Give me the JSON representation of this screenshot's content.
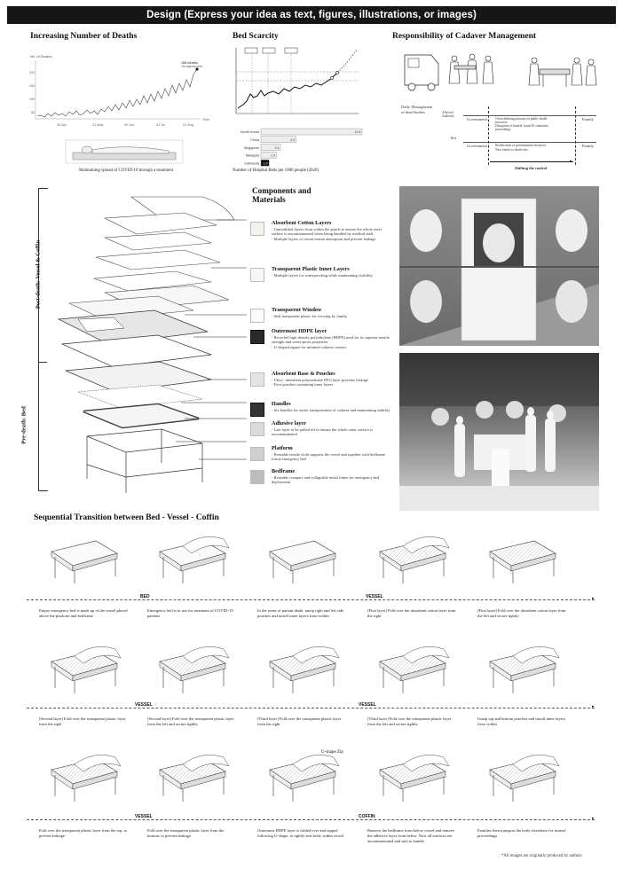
{
  "header": {
    "title": "Design (Express your idea as text, figures, illustrations, or images)"
  },
  "deaths": {
    "title": "Increasing Number of Deaths",
    "y_label": "No. of Deaths",
    "y_ticks": [
      "200",
      "150",
      "100",
      "50"
    ],
    "x_ticks": [
      "30 Apr",
      "31 May",
      "30 Jun",
      "31 Jul",
      "31 Aug"
    ],
    "x_label": "Time",
    "annotation_line1": "158 deaths",
    "annotation_line2": "7th highest ever",
    "caption": "Maintaining spread of COVID-19 through a treatment"
  },
  "bed": {
    "title": "Bed Scarcity",
    "caption": "Number of Hospital Beds per 1000 people (2020)",
    "countries": [
      "South Korea",
      "China",
      "Singapore",
      "Malaysia",
      "Indonesia"
    ],
    "values": [
      12.4,
      4.3,
      2.4,
      1.9,
      1.0
    ],
    "value_labels": [
      "12.4",
      "4.3",
      "2.4",
      "1.9",
      "1.0"
    ]
  },
  "cadaver": {
    "title": "Responsibility of Cadaver Management",
    "side_label": "Daily Management of dead bodies",
    "row1_left": "Affected Authority",
    "row1_mid": "Government",
    "row1_note1": "Overwhelming pressure on public health resources",
    "row1_note2": "Disruption of funeral, burial & cremation proceedings",
    "row1_right": "Family",
    "row2_left": "Bed",
    "row2_mid": "Government",
    "row2_note1": "Reallocation of governmental resources",
    "row2_note2": "Next family to death sites",
    "row2_right": "Family",
    "shift_label": "Shifting the control"
  },
  "side_labels": {
    "post": "Post-death: Vessel & Coffin",
    "pre": "Pre-death: Bed"
  },
  "components": {
    "title_line1": "Components and",
    "title_line2": "Materials",
    "items": [
      {
        "title": "Absorbent Cotton Layers",
        "desc": "- Unmodified layers from within the pouch to ensure the whole outer surface is uncontaminated when being handled by medical staff\n- Multiple layers of cotton ensure absorption and prevent leakage"
      },
      {
        "title": "Transparent Plastic Inner Layers",
        "desc": "- Multiple layers for waterproofing while maintaining visibility"
      },
      {
        "title": "Transparent Window",
        "desc": "- Stiff transparent plastic for viewing by family"
      },
      {
        "title": "Outermost HDPE layer",
        "desc": "- Recycled high density polyethylene (HDPE) used for its superior tensile strength and water-proof properties\n- U-shaped zipper for minimal cadaver contact"
      },
      {
        "title": "Absorbent Base & Pouches",
        "desc": "- Ultra - absorbent polyurethane (PU) layer prevents leakage\n- Four pouches containing inner layers"
      },
      {
        "title": "Handles",
        "desc": "- Six handles for easier transportation of cadaver and maintaining stability"
      },
      {
        "title": "Adhesive layer",
        "desc": "- Last layer to be pulled off to ensure the whole outer surface is uncontaminated"
      },
      {
        "title": "Platform",
        "desc": "- Reusable tensile cloth supports the vessel and together with bedframe forms emergency bed"
      },
      {
        "title": "Bedframe",
        "desc": "- Reusable compact and collapsible metal frame for emergency bed deployment"
      }
    ]
  },
  "sequence": {
    "title": "Sequential Transition between Bed - Vessel - Coffin",
    "row1_labels": [
      "BED",
      "VESSEL"
    ],
    "row2_labels": [
      "VESSEL",
      "VESSEL"
    ],
    "row3_labels": [
      "VESSEL",
      "COFFIN"
    ],
    "zip_label": "U-shape Zip",
    "row1_caps": [
      "Empty emergency bed is made up of the vessel placed above the platform and bedframe",
      "Emergency bed is in use for treatment of COVID-19 patients",
      "In the event of patient death, unzip right and left side pouches and unroll inner layers from within",
      "[First layer] Fold over the absorbent cotton layer from the right",
      "[First layer] Fold over the absorbent cotton layer from the left and secure tightly"
    ],
    "row2_caps": [
      "[Second layer] Fold over the transparent plastic layer from the right",
      "[Second layer] Fold over the transparent plastic layer from the left and secure tightly",
      "[Third layer] Fold over the transparent plastic layer from the right",
      "[Third layer] Fold over the transparent plastic layer from the left and secure tightly",
      "Unzip top and bottom pouches and unroll inner layers from within"
    ],
    "row3_caps": [
      "Fold over the transparent plastic layer from the top, to prevent leakage",
      "Fold over the transparent plastic layer from the bottom, to prevent leakage",
      "Outermost HDPE layer is folded over and zipped following U-shape, to tightly seal body within vessel",
      "Remove the bedframe from below vessel and remove the adhesive layer from below. Now all surfaces are uncontaminated and safe to handle",
      "Families then transport the body elsewhere for funeral proceedings"
    ]
  },
  "footnote": "*All images are originally produced by authors"
}
